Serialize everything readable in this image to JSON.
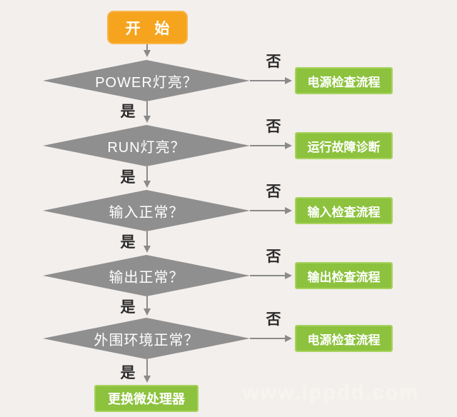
{
  "labels": {
    "yes": "是",
    "no": "否"
  },
  "flow": {
    "start": "开 始",
    "decisions": [
      {
        "question": "POWER灯亮？",
        "no_branch": "电源检查流程"
      },
      {
        "question": "RUN灯亮？",
        "no_branch": "运行故障诊断"
      },
      {
        "question": "输入正常？",
        "no_branch": "输入检查流程"
      },
      {
        "question": "输出正常？",
        "no_branch": "输出检查流程"
      },
      {
        "question": "外围环境正常？",
        "no_branch": "电源检查流程"
      }
    ],
    "end": "更换微处理器"
  },
  "watermark": "www.ippdd.com",
  "colors": {
    "background": "#f3efed",
    "start_fill": "#f6a41e",
    "start_border": "#f8b54a",
    "decision_fill": "#8f8f8f",
    "process_fill": "#8cc23d",
    "process_border": "#a9d35f",
    "arrow": "#8a8a8a",
    "label_text": "#2b2b2b",
    "node_text": "#ffffff",
    "watermark_text": "#f8f5f1"
  }
}
